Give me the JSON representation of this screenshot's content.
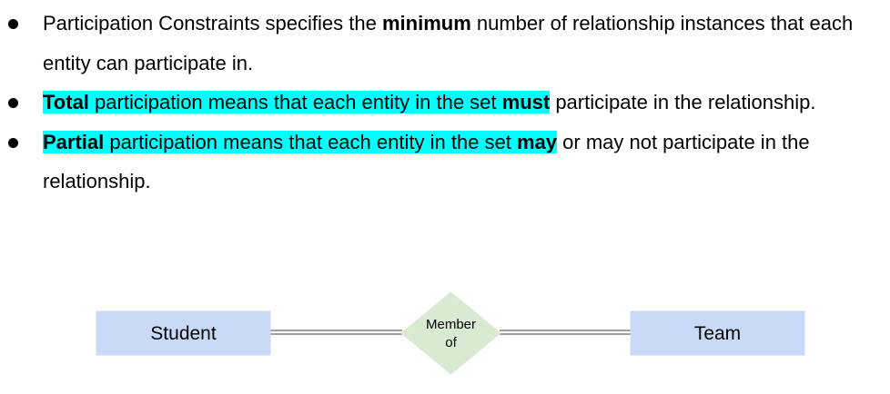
{
  "bullets": [
    {
      "parts": [
        {
          "text": "Participation Constraints specifies the ",
          "bold": false,
          "highlight": false
        },
        {
          "text": "minimum",
          "bold": true,
          "highlight": false
        },
        {
          "text": " number of relationship instances that each entity can participate in.",
          "bold": false,
          "highlight": false
        }
      ]
    },
    {
      "parts": [
        {
          "text": "Total",
          "bold": true,
          "highlight": true
        },
        {
          "text": " participation means that each entity in the set ",
          "bold": false,
          "highlight": true
        },
        {
          "text": "must",
          "bold": true,
          "highlight": true
        },
        {
          "text": " participate in the relationship.",
          "bold": false,
          "highlight": false
        }
      ]
    },
    {
      "parts": [
        {
          "text": "Partial",
          "bold": true,
          "highlight": true
        },
        {
          "text": " participation means that each entity in the set ",
          "bold": false,
          "highlight": true
        },
        {
          "text": "may",
          "bold": true,
          "highlight": true
        },
        {
          "text": " or may not participate in the relationship.",
          "bold": false,
          "highlight": false
        }
      ]
    }
  ],
  "diagram": {
    "left_entity": "Student",
    "relationship_line1": "Member",
    "relationship_line2": "of",
    "right_entity": "Team"
  },
  "colors": {
    "highlight": "#00ffff",
    "entity_fill": "#c9daf8",
    "relationship_fill": "#d9ead3",
    "line": "#666666"
  }
}
